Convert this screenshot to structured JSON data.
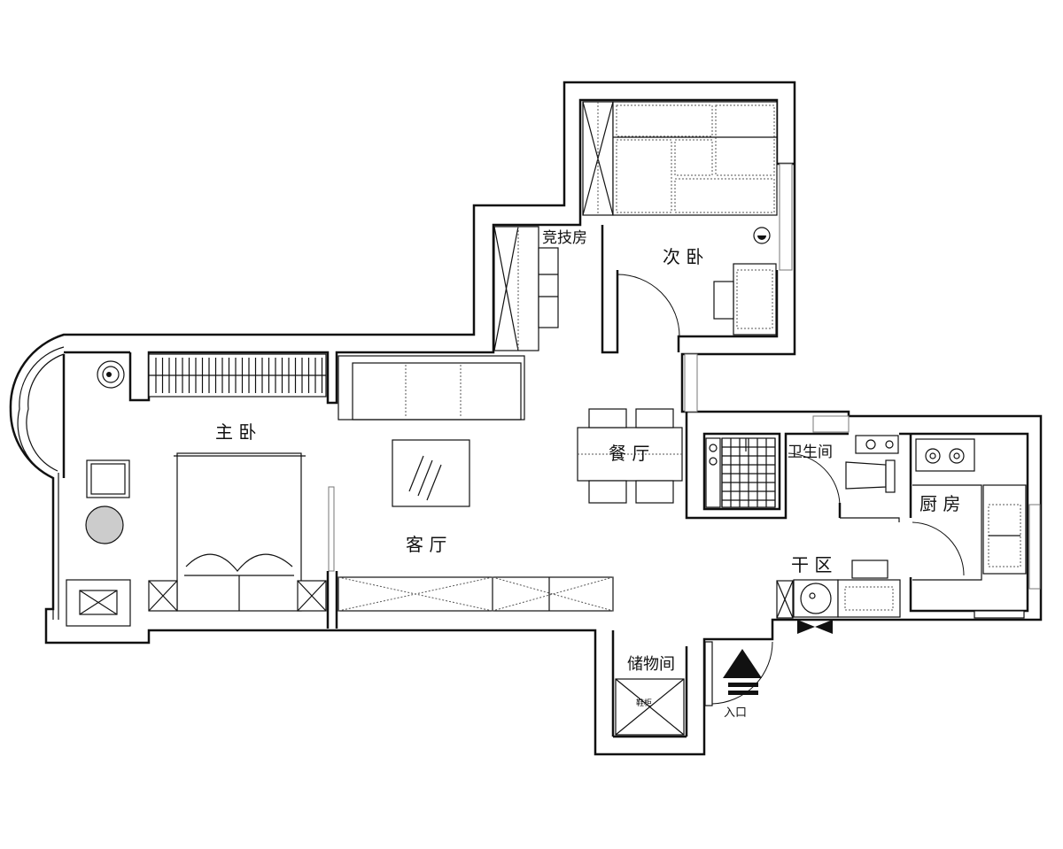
{
  "rooms": {
    "master_bedroom": "主 卧",
    "second_bedroom": "次 卧",
    "gaming_room": "竞技房",
    "living_room": "客 厅",
    "dining_room": "餐 厅",
    "bathroom": "卫生间",
    "kitchen": "厨 房",
    "dry_area": "干 区",
    "storage_room": "储物间"
  },
  "entrance": {
    "label": "入口"
  },
  "fixtures": {
    "shoe_cabinet_label": "鞋柜"
  }
}
